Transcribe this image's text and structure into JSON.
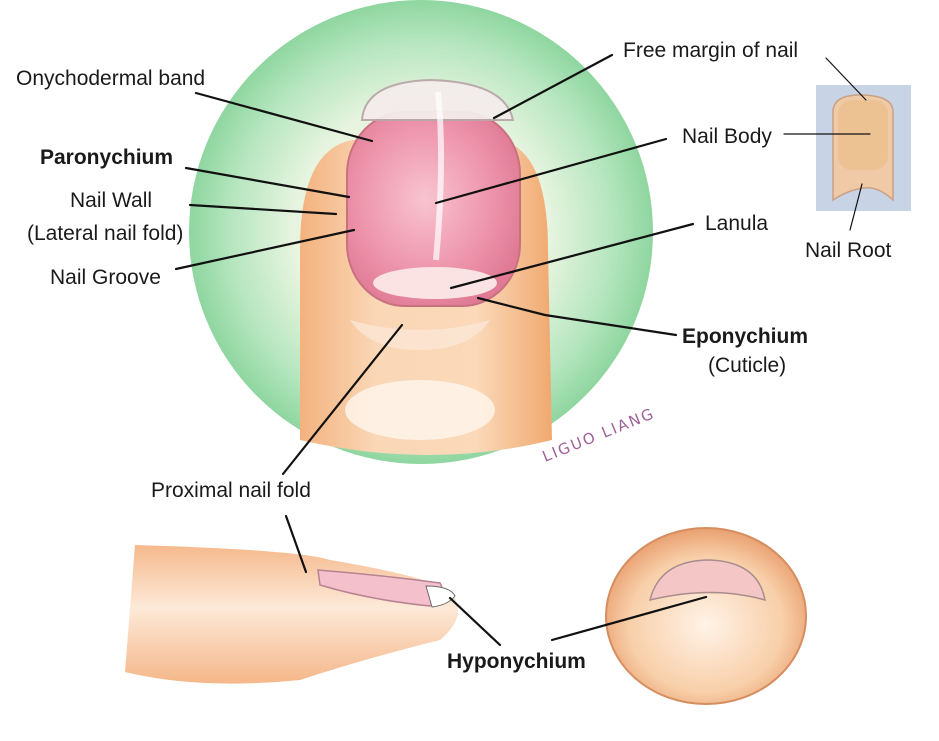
{
  "labels": {
    "free_margin": "Free margin of nail",
    "onychodermal_band": "Onychodermal band",
    "nail_body": "Nail Body",
    "paronychium": "Paronychium",
    "nail_wall": "Nail Wall",
    "lateral_nail_fold": "(Lateral nail fold)",
    "nail_groove": "Nail Groove",
    "lanula": "Lanula",
    "nail_root": "Nail Root",
    "eponychium": "Eponychium",
    "cuticle": "(Cuticle)",
    "proximal_nail_fold": "Proximal nail fold",
    "hyponychium": "Hyponychium"
  },
  "signature": "LIGUO LIANG",
  "colors": {
    "halo": "#8fd6a0",
    "skin": "#f6c39a",
    "nail_pink": "#ec8fa6",
    "lunula": "#fbe3e3",
    "label": "#1a1a1a",
    "signature": "#a0609a"
  }
}
